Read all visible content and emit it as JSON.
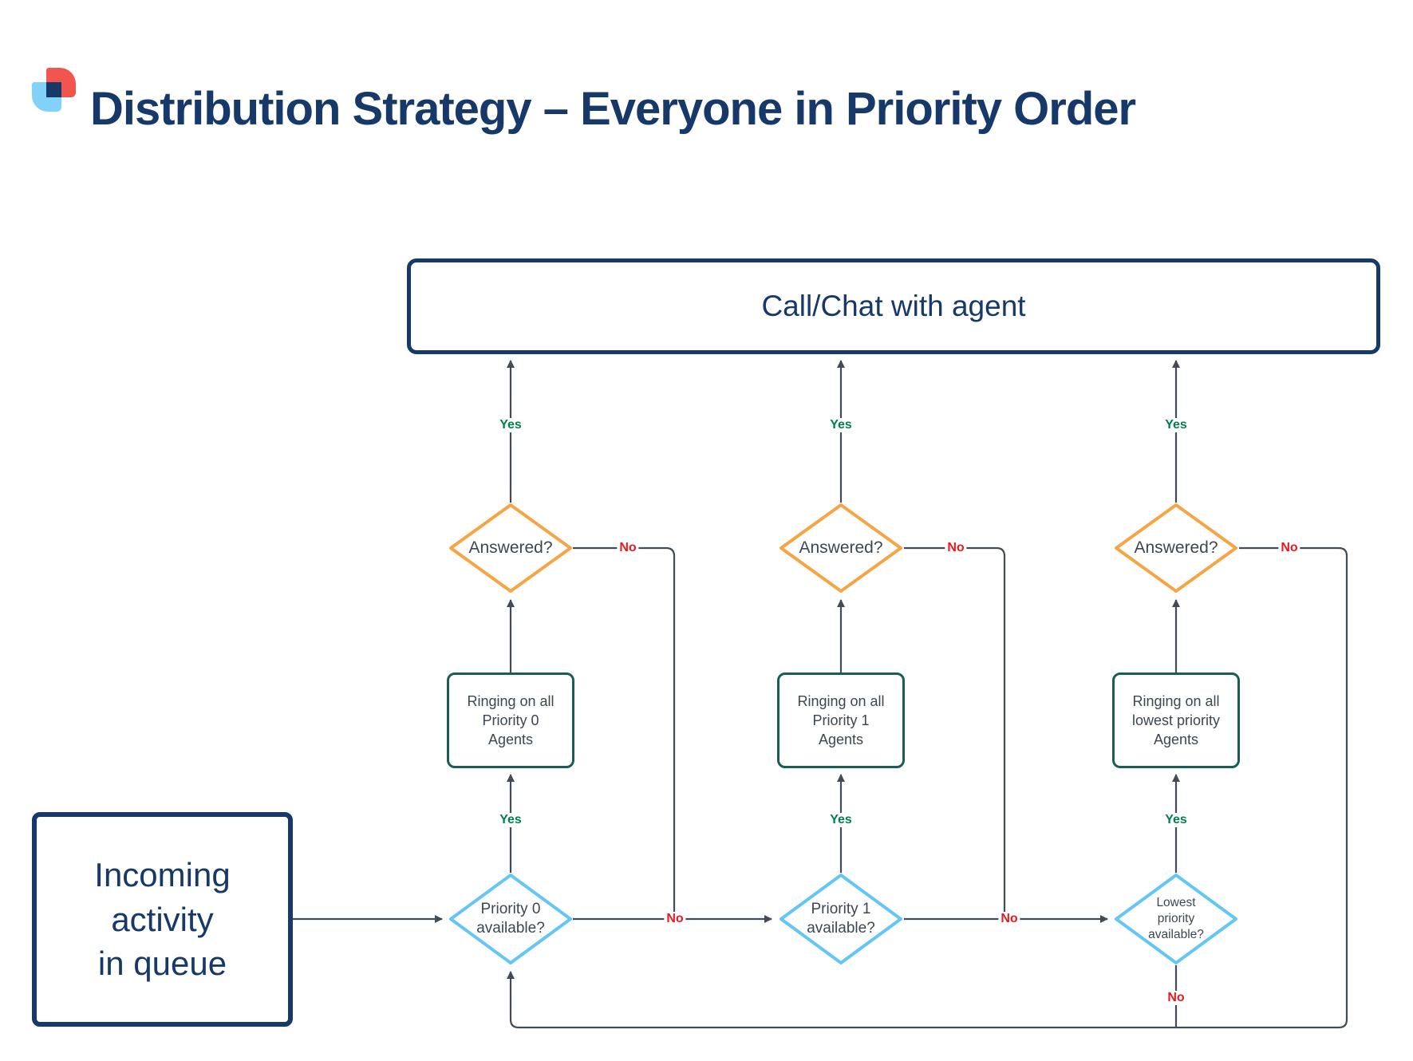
{
  "title": "Distribution Strategy – Everyone in Priority Order",
  "colors": {
    "navy": "#16396a",
    "orange": "#f6a545",
    "lightblue": "#63c6f6",
    "teal": "#1a5c56",
    "green": "#00804f",
    "red": "#e8191f",
    "line": "#424c57",
    "shapetext": "#3d4751",
    "logored": "#f2554e",
    "logoblue": "#82d2f7"
  },
  "labels": {
    "yes": "Yes",
    "no": "No"
  },
  "nodes": {
    "callchat": "Call/Chat with agent",
    "incoming": "Incoming\nactivity\nin queue",
    "ringing0": "Ringing on all\nPriority 0\nAgents",
    "ringing1": "Ringing on all\nPriority 1\nAgents",
    "ringing_lowest": "Ringing on all\nlowest priority\nAgents",
    "answered": "Answered?",
    "priority0": "Priority 0\navailable?",
    "priority1": "Priority 1\navailable?",
    "lowest_priority": "Lowest\npriority\navailable?"
  },
  "edges": [
    {
      "from": "incoming",
      "to": "priority0",
      "label": ""
    },
    {
      "from": "priority0",
      "to": "ringing0",
      "label": "Yes"
    },
    {
      "from": "priority0",
      "to": "priority1",
      "label": "No"
    },
    {
      "from": "ringing0",
      "to": "answered0",
      "label": ""
    },
    {
      "from": "answered0",
      "to": "callchat",
      "label": "Yes"
    },
    {
      "from": "answered0",
      "to": "priority1",
      "label": "No"
    },
    {
      "from": "priority1",
      "to": "ringing1",
      "label": "Yes"
    },
    {
      "from": "priority1",
      "to": "lowest_priority",
      "label": "No"
    },
    {
      "from": "ringing1",
      "to": "answered1",
      "label": ""
    },
    {
      "from": "answered1",
      "to": "callchat",
      "label": "Yes"
    },
    {
      "from": "answered1",
      "to": "lowest_priority",
      "label": "No"
    },
    {
      "from": "lowest_priority",
      "to": "ringing_lowest",
      "label": "Yes"
    },
    {
      "from": "lowest_priority",
      "to": "priority0",
      "label": "No"
    },
    {
      "from": "ringing_lowest",
      "to": "answered2",
      "label": ""
    },
    {
      "from": "answered2",
      "to": "callchat",
      "label": "Yes"
    },
    {
      "from": "answered2",
      "to": "priority0",
      "label": "No"
    }
  ]
}
